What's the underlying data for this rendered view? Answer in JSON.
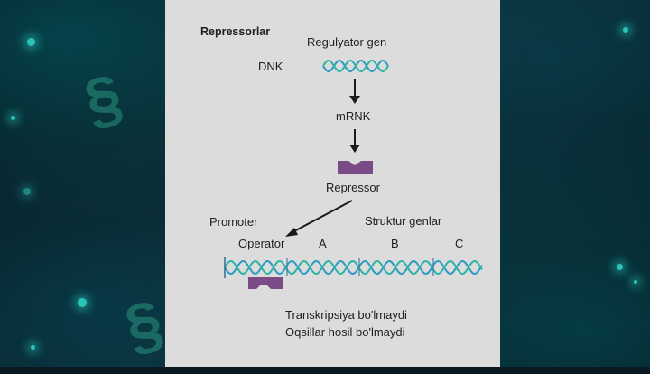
{
  "title": "Repressorlar",
  "labels": {
    "regulator_gene": "Regulyator gen",
    "dnk": "DNK",
    "mrnk": "mRNK",
    "repressor": "Repressor",
    "promoter": "Promoter",
    "operator": "Operator",
    "struct_genes": "Struktur genlar",
    "gene_a": "A",
    "gene_b": "B",
    "gene_c": "C",
    "result_line1": "Transkripsiya bo'lmaydi",
    "result_line2": "Oqsillar hosil bo'lmaydi"
  },
  "colors": {
    "panel_bg": "#dcdcdc",
    "dna_strand_a": "#2a9bc4",
    "dna_strand_b": "#2db3a6",
    "repressor_fill": "#7a4b86",
    "arrow": "#1a1a1a",
    "background": "#0b1a22",
    "accent_dot": "#29c4b7"
  }
}
